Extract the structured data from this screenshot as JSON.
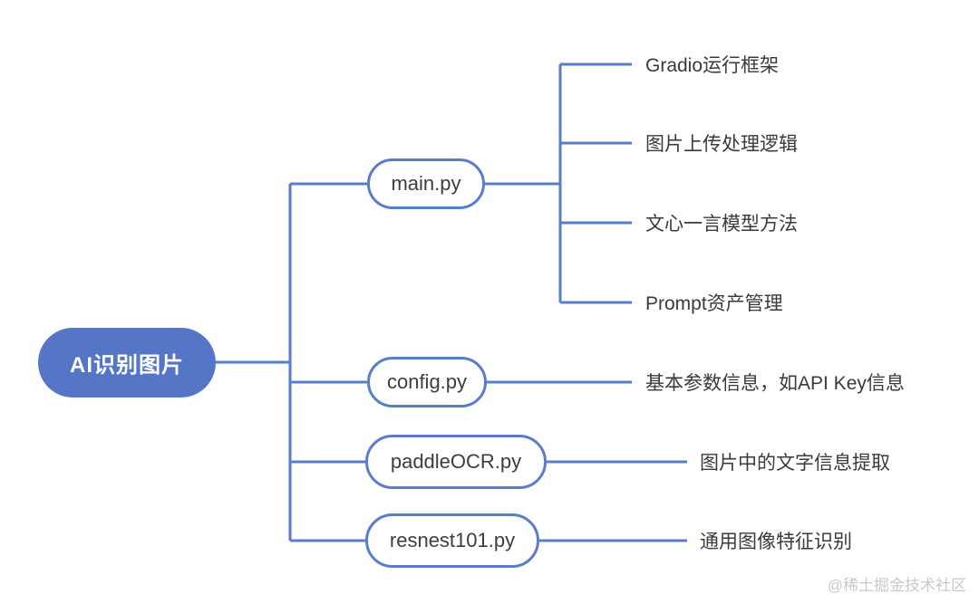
{
  "page": {
    "background": "#ffffff",
    "accent_blue": "#5b7cca",
    "root_fill": "#5576c6",
    "text_color": "#3a3a3a",
    "watermark_color": "#c9c9c9"
  },
  "root": {
    "label": "AI识别图片"
  },
  "branches": [
    {
      "label": "main.py",
      "children": [
        "Gradio运行框架",
        "图片上传处理逻辑",
        "文心一言模型方法",
        "Prompt资产管理"
      ]
    },
    {
      "label": "config.py",
      "children": [
        "基本参数信息，如API Key信息"
      ]
    },
    {
      "label": "paddleOCR.py",
      "children": [
        "图片中的文字信息提取"
      ]
    },
    {
      "label": "resnest101.py",
      "children": [
        "通用图像特征识别"
      ]
    }
  ],
  "watermark": "@稀土掘金技术社区"
}
